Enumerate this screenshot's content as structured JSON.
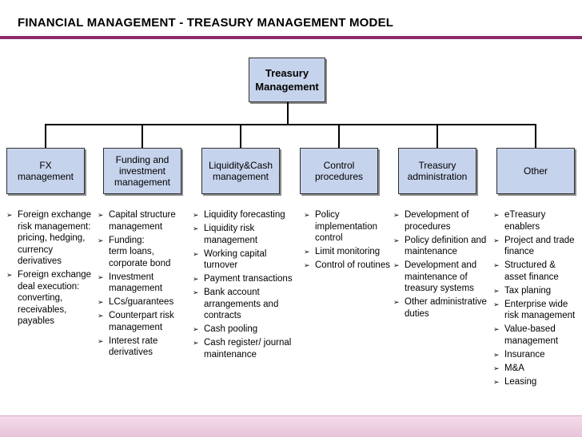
{
  "title": "FINANCIAL MANAGEMENT - TREASURY MANAGEMENT MODEL",
  "colors": {
    "box_fill": "#c6d3ec",
    "accent_rule": "#8c2a6a",
    "footer_band": "#e9c3da"
  },
  "bullet_icon": "right-arrow-bullet-icon",
  "root": {
    "line1": "Treasury",
    "line2": "Management"
  },
  "categories": [
    {
      "label": "FX\nmanagement",
      "items": [
        "Foreign exchange risk management: pricing, hedging, currency derivatives",
        "Foreign exchange deal execution: converting, receivables, payables"
      ]
    },
    {
      "label": "Funding and\ninvestment\nmanagement",
      "items": [
        "Capital structure management",
        "Funding:\nterm loans, corporate bond",
        "Investment management",
        "LCs/guarantees",
        "Counterpart risk management",
        "Interest rate derivatives"
      ]
    },
    {
      "label": "Liquidity&Cash\nmanagement",
      "items": [
        "Liquidity forecasting",
        "Liquidity risk management",
        "Working capital turnover",
        "Payment transactions",
        "Bank account arrangements and contracts",
        "Cash pooling",
        "Cash register/ journal maintenance"
      ]
    },
    {
      "label": "Control\nprocedures",
      "items": [
        "Policy implementation control",
        "Limit monitoring",
        "Control of routines"
      ]
    },
    {
      "label": "Treasury\nadministration",
      "items": [
        "Development of procedures",
        "Policy definition and maintenance",
        "Development and maintenance of treasury systems",
        "Other administrative duties"
      ]
    },
    {
      "label": "Other",
      "items": [
        "eTreasury enablers",
        "Project and trade finance",
        "Structured & asset finance",
        "Tax planing",
        "Enterprise wide risk management",
        "Value-based management",
        "Insurance",
        "M&A",
        "Leasing"
      ]
    }
  ]
}
